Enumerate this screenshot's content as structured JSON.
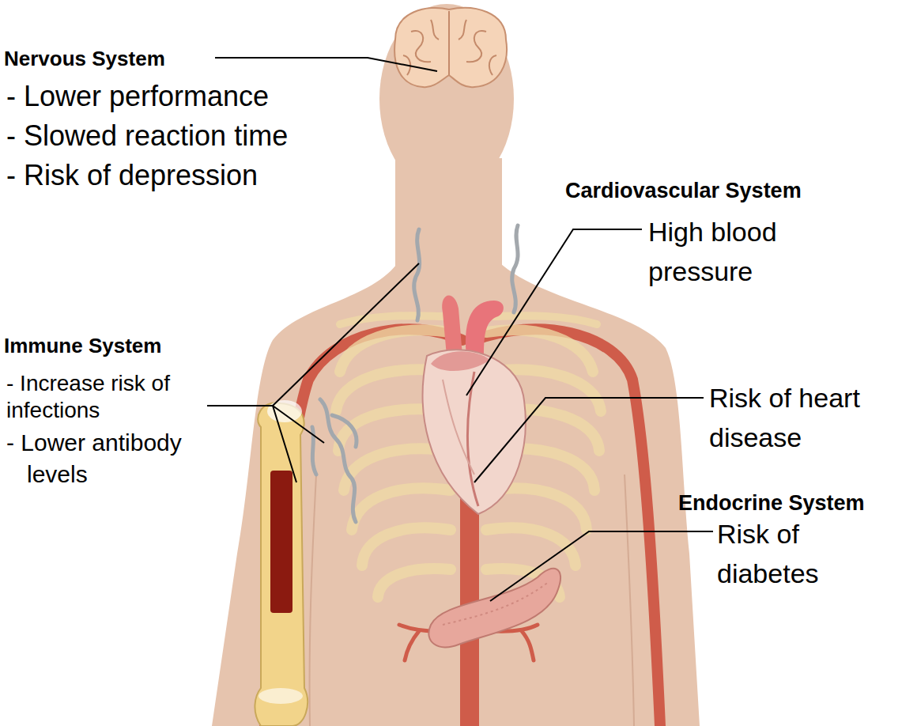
{
  "diagram": {
    "labels": [
      "Nervous System",
      "- Lower performance",
      "- Slowed reaction time",
      "- Risk of depression",
      "Cardiovascular System",
      "High blood pressure",
      "Risk of heart disease",
      "Immune System",
      "- Increase risk of infections",
      "- Lower antibody levels",
      "Endocrine System",
      "Risk of diabetes"
    ]
  }
}
